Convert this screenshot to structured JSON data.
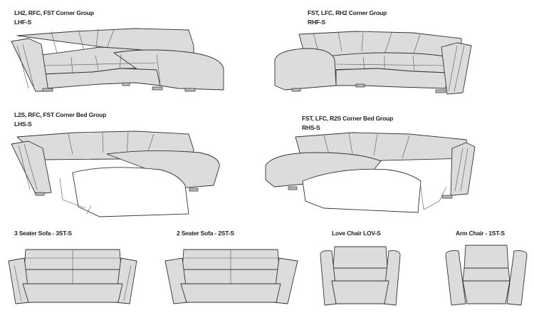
{
  "products": [
    {
      "title": "LH2, RFC, FST Corner Group",
      "code": "LHF-S"
    },
    {
      "title": "FST, LFC, RH2 Corner Group",
      "code": "RHF-S"
    },
    {
      "title": "L2S, RFC, FST Corner Bed Group",
      "code": "LHS-S"
    },
    {
      "title": "FST, LFC, R2S Corner Bed Group",
      "code": "RHS-S"
    },
    {
      "title": "3 Seater Sofa - 3ST-S"
    },
    {
      "title": "2 Seater Sofa - 2ST-S"
    },
    {
      "title": "Love Chair LOV-S"
    },
    {
      "title": "Arm Chair - 1ST-S"
    }
  ]
}
